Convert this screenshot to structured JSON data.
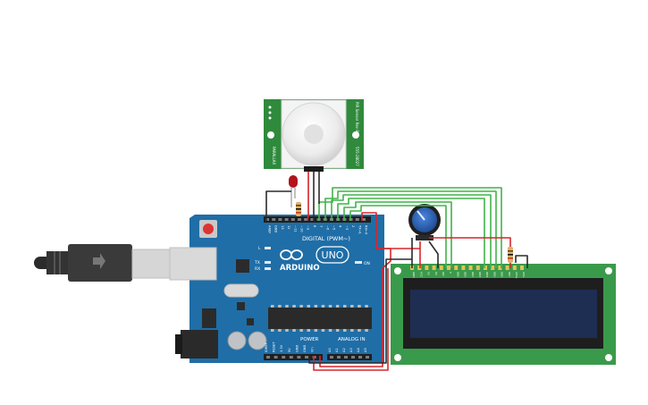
{
  "arduino": {
    "brand": "ARDUINO",
    "model": "UNO",
    "digital_header_label": "DIGITAL (PWM~)",
    "power_label": "POWER",
    "analog_label": "ANALOG IN",
    "on_label": "ON",
    "tx_label": "TX",
    "rx_label": "RX",
    "l_label": "L",
    "digital_pins": [
      "AREF",
      "GND",
      "13",
      "12",
      "~11",
      "~10",
      "~9",
      "8",
      "7",
      "~6",
      "~5",
      "4",
      "~3",
      "2",
      "TX→1",
      "RX←0"
    ],
    "power_pins": [
      "IOREF",
      "RESET",
      "3.3V",
      "5V",
      "GND",
      "GND",
      "Vin"
    ],
    "analog_pins": [
      "A0",
      "A1",
      "A2",
      "A3",
      "A4",
      "A5"
    ]
  },
  "pir": {
    "left_text": "PARALLAX",
    "right_text": "555-28027",
    "top_text": "PIR Sensor Rev B"
  },
  "lcd": {
    "pins": [
      "GND",
      "VCC",
      "V0",
      "RS",
      "RW",
      "E",
      "DB0",
      "DB1",
      "DB2",
      "DB3",
      "DB4",
      "DB5",
      "DB6",
      "DB7",
      "LED+",
      "LED-"
    ]
  },
  "colors": {
    "board": "#1f6ea7",
    "lcd_pcb": "#3a9a4b",
    "lcd_screen": "#1e2d52",
    "pir_pcb": "#2f8a3c",
    "wire_red": "#d7262b",
    "wire_black": "#2b2b2b",
    "wire_green": "#41b34a",
    "pot": "#2a5fb4"
  }
}
